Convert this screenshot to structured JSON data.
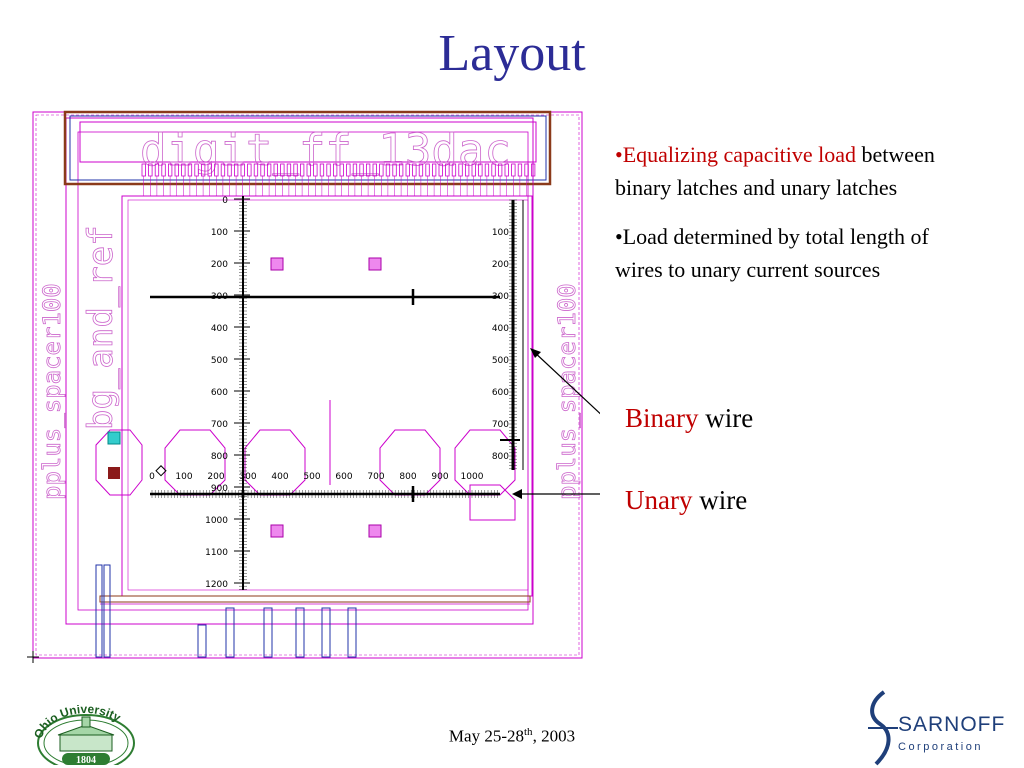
{
  "slide": {
    "title": "Layout",
    "bullets": [
      {
        "highlight": "•Equalizing capacitive load",
        "rest": "between binary latches and unary latches"
      },
      {
        "text": "•Load determined by total length of wires to unary current sources"
      }
    ],
    "callouts": {
      "binary": {
        "highlight": "Binary",
        "rest": " wire"
      },
      "unary": {
        "highlight": "Unary",
        "rest": " wire"
      }
    },
    "footer": {
      "date_main": "May 25-28",
      "date_sup": "th",
      "date_year": ", 2003"
    }
  },
  "layout_labels": {
    "top_cell": "digit_ff_13dac",
    "left_spacer": "pplus_spacer100",
    "bandgap": "bg_and_ref",
    "right_spacer": "pplus_spacer100",
    "left_ticks": [
      "0",
      "100",
      "200",
      "300",
      "400",
      "500",
      "600",
      "700",
      "800",
      "900",
      "1000",
      "1100",
      "1200"
    ],
    "right_ticks": [
      "100",
      "200",
      "300",
      "400",
      "500",
      "600",
      "700",
      "800"
    ],
    "bottom_ticks": [
      "0",
      "100",
      "200",
      "300",
      "400",
      "500",
      "600",
      "700",
      "800",
      "900",
      "1000"
    ]
  },
  "logos": {
    "ohio": {
      "name": "Ohio University",
      "year": "1804"
    },
    "sarnoff": {
      "name": "SARNOFF",
      "corp": "Corporation"
    }
  },
  "colors": {
    "title": "#2c2c96",
    "highlight": "#c00000",
    "layout_magenta": "#cc00cc",
    "layout_brown": "#8b3a1a",
    "layout_blue": "#2233aa"
  }
}
